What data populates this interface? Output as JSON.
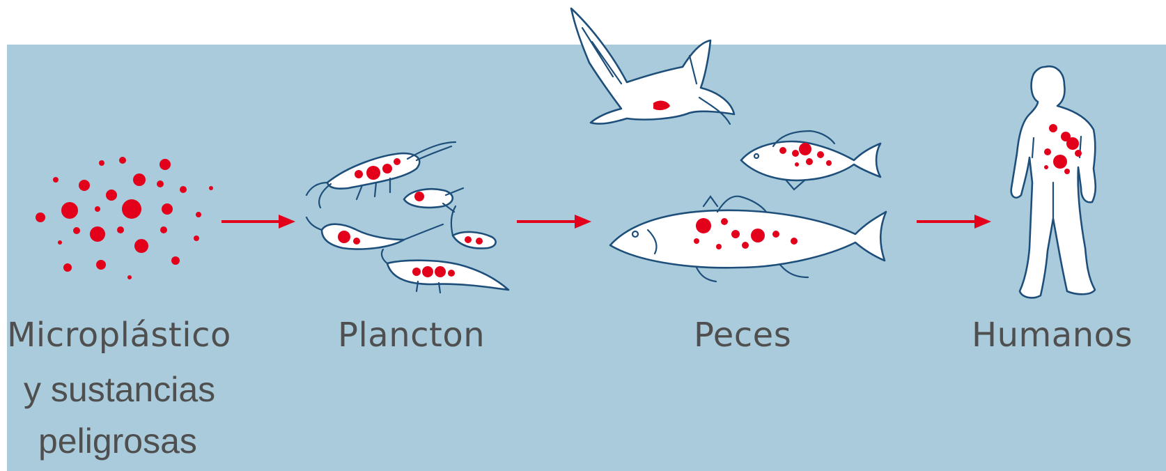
{
  "stages": [
    {
      "id": "microplastico",
      "label": "Microplástico"
    },
    {
      "id": "plancton",
      "label": "Plancton"
    },
    {
      "id": "peces",
      "label": "Peces"
    },
    {
      "id": "humanos",
      "label": "Humanos"
    }
  ],
  "microplastic_subtitle": {
    "line1": "y sustancias",
    "line2": "peligrosas"
  },
  "colors": {
    "background": "#a9cbdb",
    "contamination": "#e3001b",
    "outline": "#1e4f7a",
    "label_text": "#4f4f4f"
  },
  "icons": [
    "particle-cluster",
    "shrimp-icon",
    "bird-icon",
    "fish-icon",
    "human-icon",
    "arrow-right-icon"
  ]
}
